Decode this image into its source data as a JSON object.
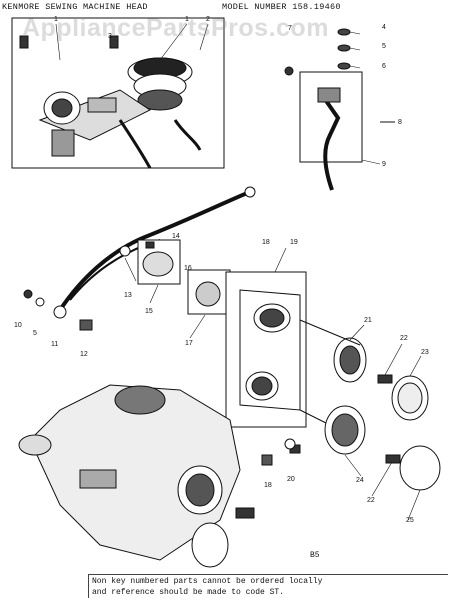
{
  "header": {
    "title_left": "KENMORE SEWING MACHINE HEAD",
    "title_right": "MODEL NUMBER 158.19460"
  },
  "watermark": "AppliancePartsPros.com",
  "page_code": "B5",
  "footer_note": {
    "line1": "Non key numbered parts cannot be ordered locally",
    "line2": "and reference should be made to code ST."
  },
  "callouts": [
    {
      "id": "c1a",
      "label": "1"
    },
    {
      "id": "c1b",
      "label": "1"
    },
    {
      "id": "c2",
      "label": "2"
    },
    {
      "id": "c3",
      "label": "3"
    },
    {
      "id": "c4",
      "label": "4"
    },
    {
      "id": "c5",
      "label": "5"
    },
    {
      "id": "c6",
      "label": "6"
    },
    {
      "id": "c7",
      "label": "7"
    },
    {
      "id": "c8",
      "label": "8"
    },
    {
      "id": "c9",
      "label": "9"
    },
    {
      "id": "c10",
      "label": "10"
    },
    {
      "id": "c5b",
      "label": "5"
    },
    {
      "id": "c11",
      "label": "11"
    },
    {
      "id": "c12",
      "label": "12"
    },
    {
      "id": "c13",
      "label": "13"
    },
    {
      "id": "c14",
      "label": "14"
    },
    {
      "id": "c15",
      "label": "15"
    },
    {
      "id": "c16",
      "label": "16"
    },
    {
      "id": "c17",
      "label": "17"
    },
    {
      "id": "c18",
      "label": "18"
    },
    {
      "id": "c19",
      "label": "19"
    },
    {
      "id": "c21",
      "label": "21"
    },
    {
      "id": "c22a",
      "label": "22"
    },
    {
      "id": "c23",
      "label": "23"
    },
    {
      "id": "c18b",
      "label": "18"
    },
    {
      "id": "c20",
      "label": "20"
    },
    {
      "id": "c24",
      "label": "24"
    },
    {
      "id": "c22b",
      "label": "22"
    },
    {
      "id": "c25",
      "label": "25"
    }
  ]
}
